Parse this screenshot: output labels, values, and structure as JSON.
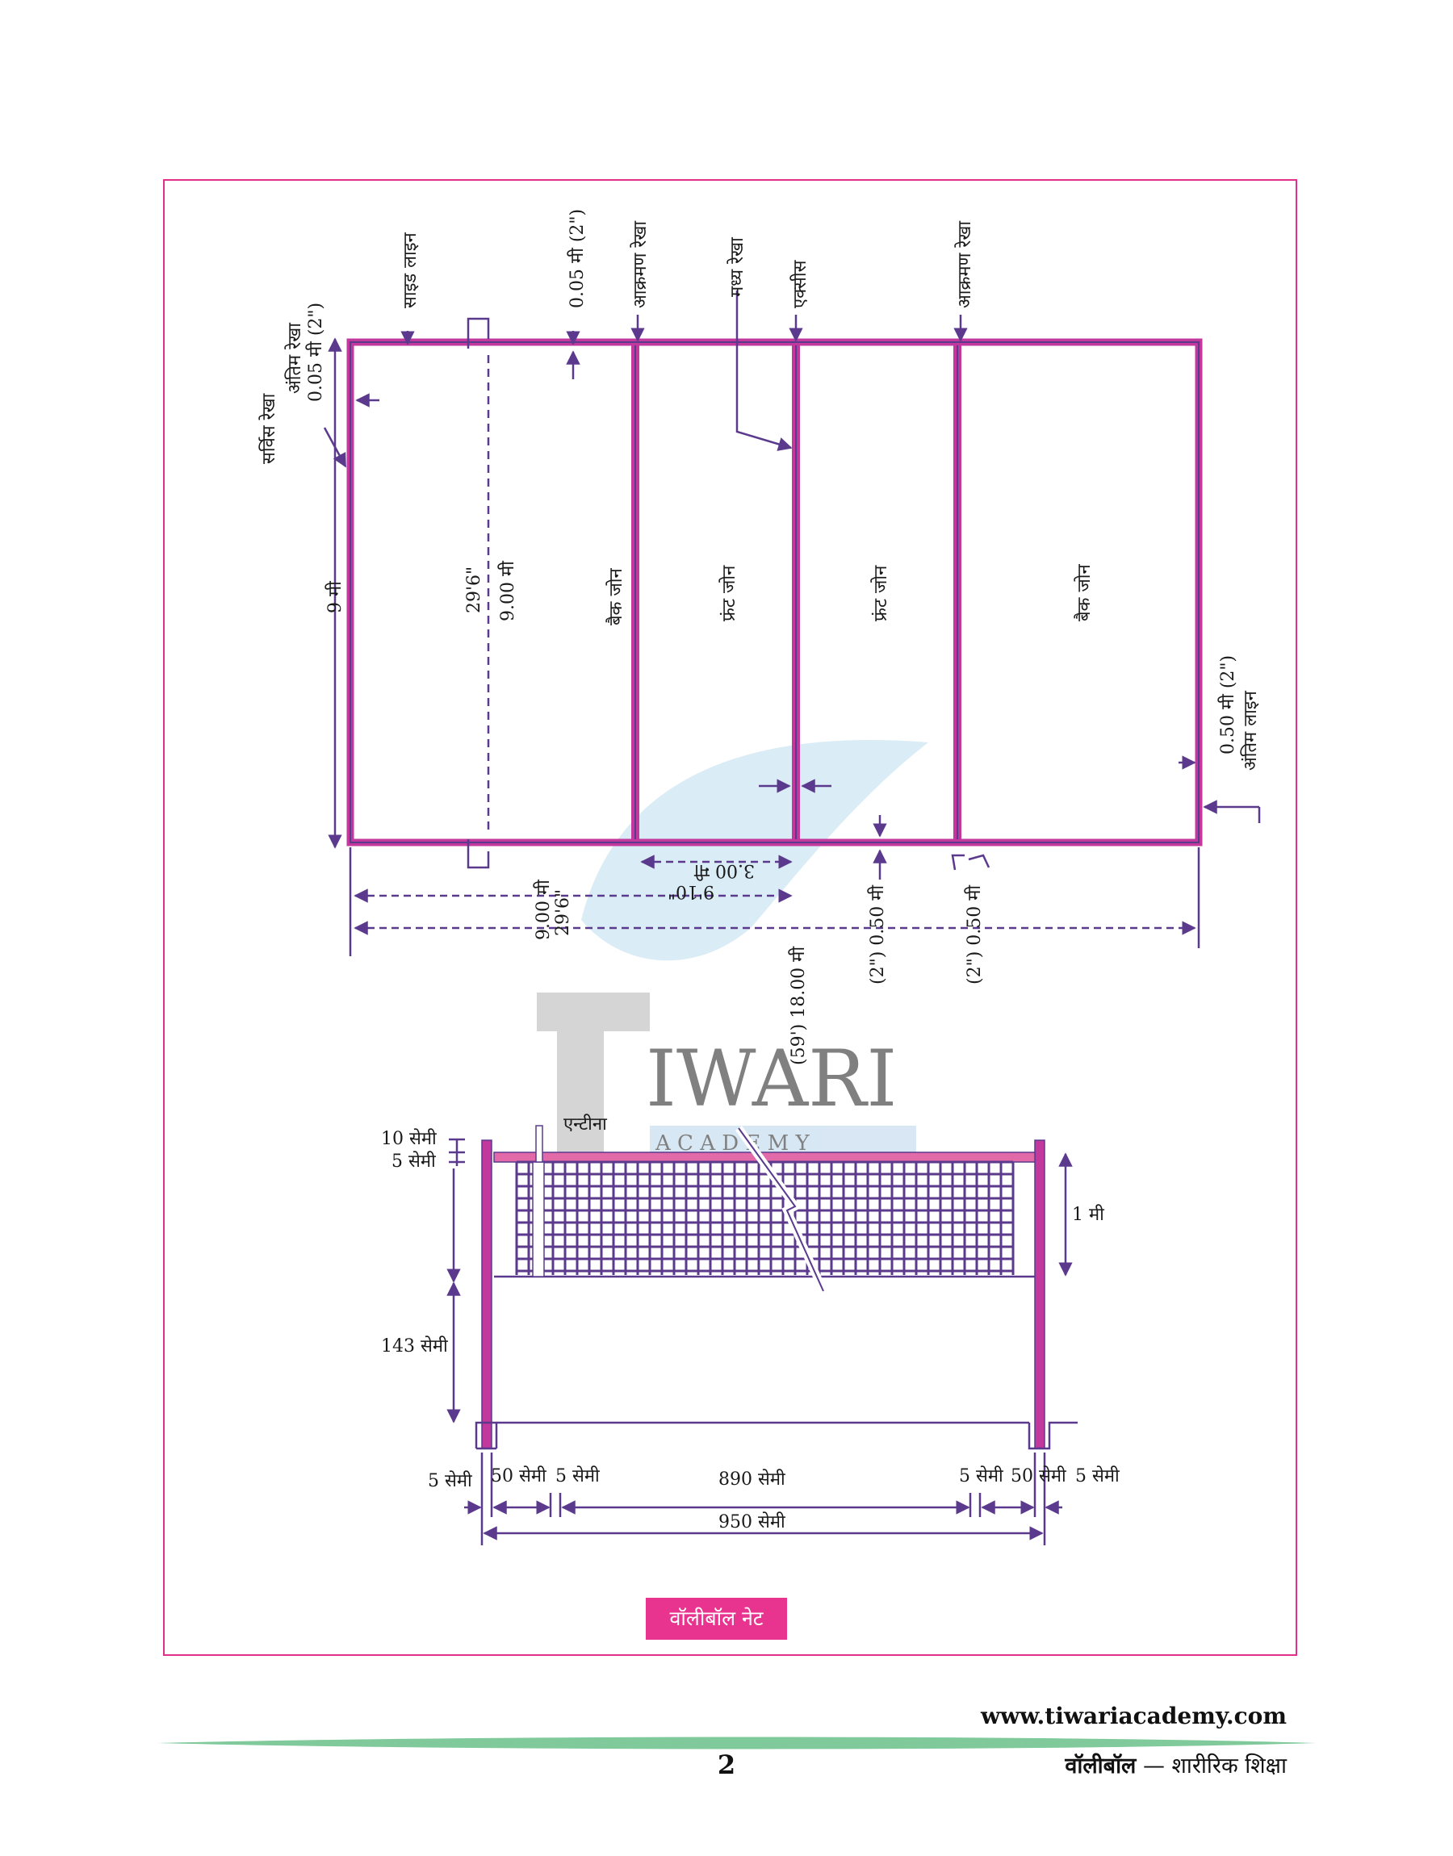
{
  "court": {
    "side_line": "साइड लाइन",
    "line_width_top": "0.05 मी (2\")",
    "attack_line_left": "आक्रमण रेखा",
    "attack_line_right": "आक्रमण रेखा",
    "center_line": "मध्य रेखा",
    "axis": "एक्सीस",
    "end_line_label": "अंतिम रेखा",
    "end_line_width": "0.05 मी (2\")",
    "service_line": "सर्विस रेखा",
    "width_9m": "9 मी",
    "width_ft": "29'6\"",
    "width_m": "9.00 मी",
    "back_zone_left": "बैक जोन",
    "front_zone_left": "फ्रंट जोन",
    "front_zone_right": "फ्रंट जोन",
    "back_zone_right": "बैक जोन",
    "right_end_width": "0.50 मी (2\")",
    "right_end_label": "अंतिम लाइन",
    "dim_3m": "3.00 मी",
    "dim_910": "9'10\"",
    "dim_9m_bottom": "9.00 मी",
    "dim_296_bottom": "29'6\"",
    "dim_050_left": "(2\") 0.50 मी",
    "dim_050_right": "(2\") 0.50 मी",
    "dim_18m": "(59') 18.00 मी"
  },
  "net": {
    "antenna": "एन्टीना",
    "top_10cm": "10 सेमी",
    "top_5cm": "5 सेमी",
    "height_1m": "1 मी",
    "height_143": "143 सेमी",
    "b_5_left": "5 सेमी",
    "b_50_left": "50 सेमी",
    "b_5_inner_left": "5 सेमी",
    "b_890": "890 सेमी",
    "b_5_inner_right": "5 सेमी",
    "b_50_right": "50 सेमी",
    "b_5_right": "5 सेमी",
    "b_950": "950 सेमी"
  },
  "caption": "वॉलीबॉल नेट",
  "footer": {
    "website": "www.tiwariacademy.com",
    "page_number": "2",
    "subject_bold": "वॉलीबॉल",
    "subject_rest": " — शारीरिक शिक्षा"
  },
  "watermark": {
    "brand": "IWARI",
    "sub": "A C A D E M Y"
  },
  "colors": {
    "frame": "#e0308a",
    "court_line": "#c2389c",
    "dimension": "#5b3a8e",
    "caption_bg": "#e8338f",
    "footer_rule": "#7fc99a"
  }
}
